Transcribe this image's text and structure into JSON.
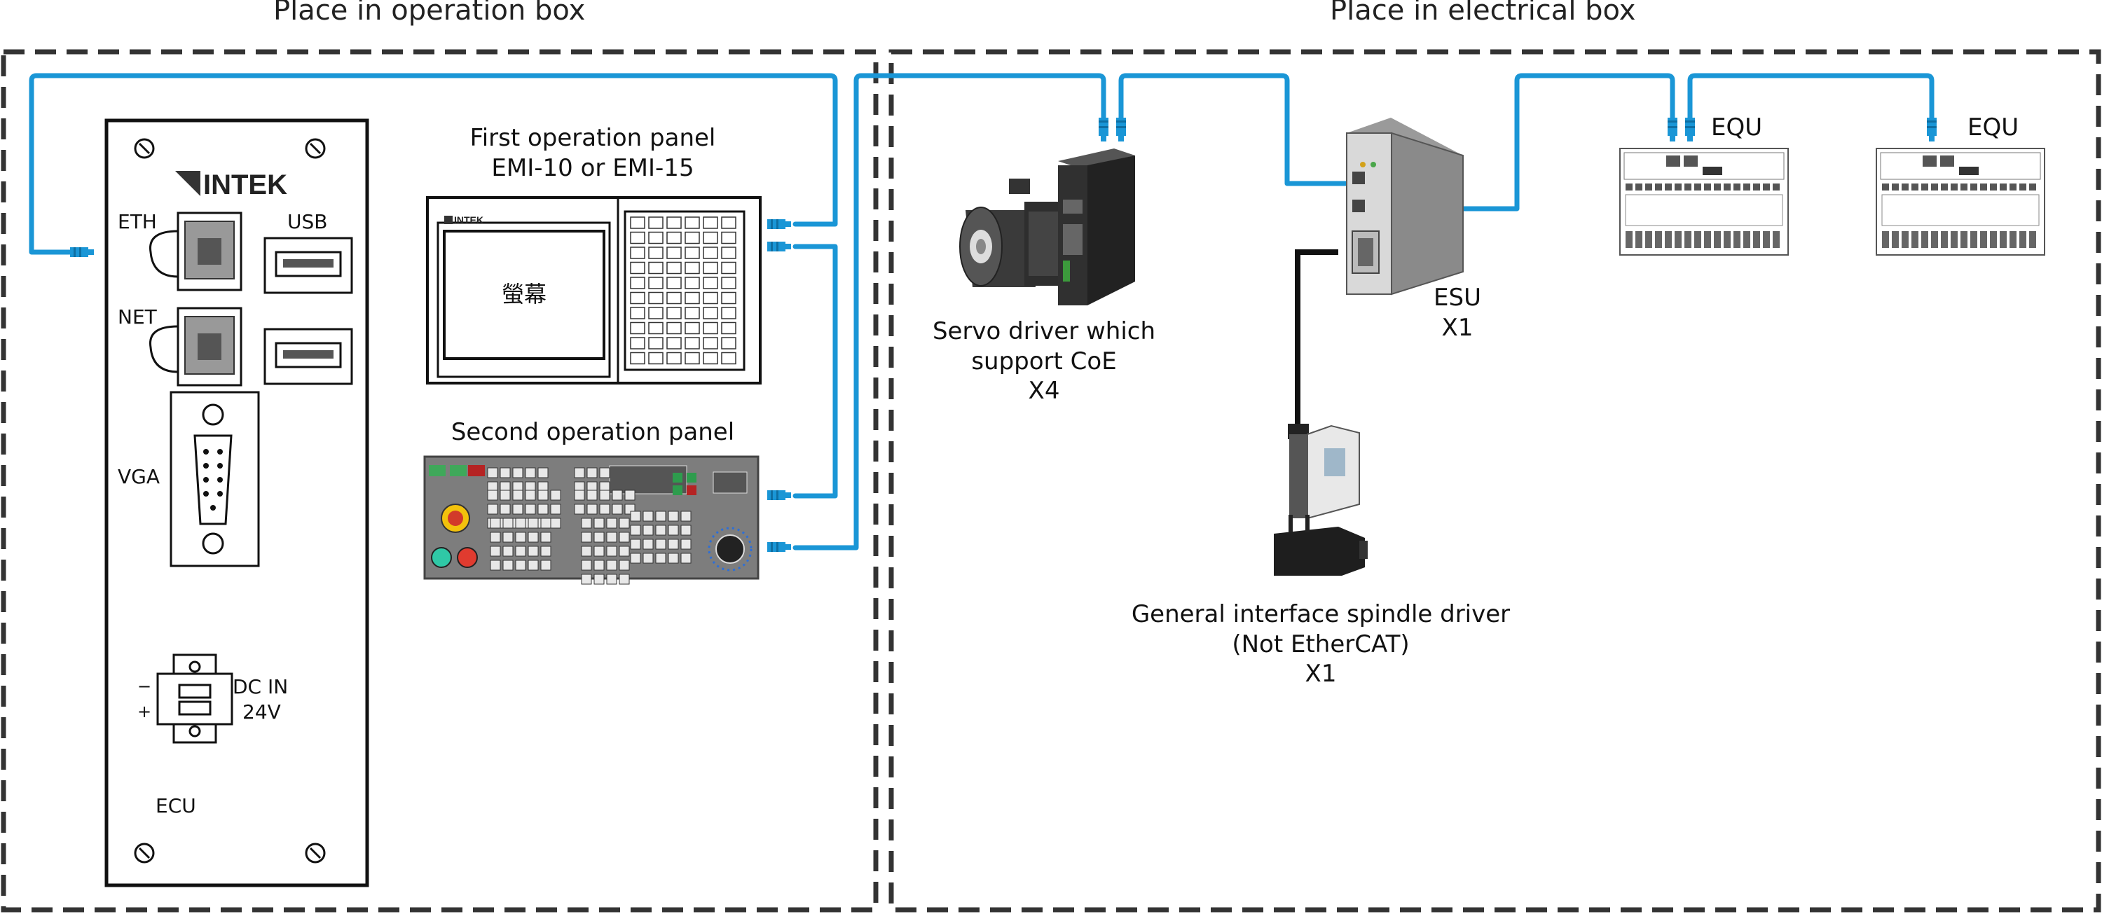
{
  "headers": {
    "operation_box": "Place in operation box",
    "electrical_box": "Place in electrical box"
  },
  "ecu": {
    "brand": "INTEK",
    "eth": "ETH",
    "usb": "USB",
    "net": "NET",
    "vga": "VGA",
    "minus": "−",
    "plus": "+",
    "dc_in": "DC IN",
    "voltage": "24V",
    "name": "ECU"
  },
  "first_panel": {
    "title_line1": "First operation panel",
    "title_line2": "EMI-10 or EMI-15",
    "brand": "INTEK",
    "screen_text": "螢幕"
  },
  "second_panel": {
    "title": "Second operation panel"
  },
  "servo": {
    "line1": "Servo driver which",
    "line2": "support CoE",
    "line3": "X4"
  },
  "esu": {
    "name": "ESU",
    "qty": "X1"
  },
  "spindle": {
    "line1": "General interface spindle driver",
    "line2": "(Not EtherCAT)",
    "line3": "X1"
  },
  "equ": {
    "label1": "EQU",
    "label2": "EQU"
  },
  "colors": {
    "cable": "#1a96d6",
    "frame": "#333333",
    "device": "#444444"
  }
}
